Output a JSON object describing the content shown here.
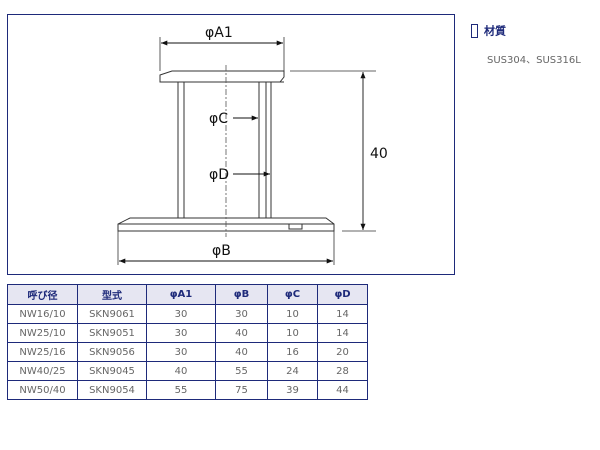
{
  "drawing": {
    "label_a1": "φA1",
    "label_c": "φC",
    "label_d": "φD",
    "label_b": "φB",
    "label_height": "40"
  },
  "material": {
    "title": "材質",
    "value": "SUS304、SUS316L"
  },
  "table": {
    "headers": [
      "呼び径",
      "型式",
      "φA1",
      "φB",
      "φC",
      "φD"
    ],
    "rows": [
      [
        "NW16/10",
        "SKN9061",
        "30",
        "30",
        "10",
        "14"
      ],
      [
        "NW25/10",
        "SKN9051",
        "30",
        "40",
        "10",
        "14"
      ],
      [
        "NW25/16",
        "SKN9056",
        "30",
        "40",
        "16",
        "20"
      ],
      [
        "NW40/25",
        "SKN9045",
        "40",
        "55",
        "24",
        "28"
      ],
      [
        "NW50/40",
        "SKN9054",
        "55",
        "75",
        "39",
        "44"
      ]
    ]
  },
  "colors": {
    "border": "#1e2a7a",
    "header_bg": "#e6e6f2",
    "cell_text": "#666666"
  }
}
